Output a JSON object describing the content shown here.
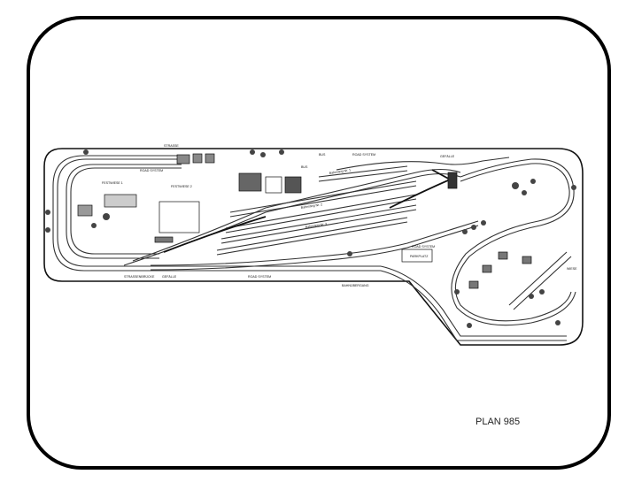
{
  "plan_title": "PLAN 985",
  "labels": {
    "strasse": "STRASSE",
    "road_system_1": "ROAD SYSTEM",
    "road_system_2": "ROAD SYSTEM",
    "road_system_3": "ROAD SYSTEM",
    "road_system_4": "ROAD SYSTEM",
    "festwiese_1": "FESTWIESE 1",
    "festwiese_2": "FESTWIESE 2",
    "strassenbruecke": "STRASSENBRÜCKE",
    "gefaelle_1": "GEFÄLLE",
    "gefaelle_2": "GEFÄLLE",
    "bahnuebergang": "BAHNÜBERGANG",
    "bus_1": "BUS",
    "bus_2": "BUS",
    "wiese": "WIESE",
    "parkplatz": "PARKPLATZ",
    "bahnsteig_1": "Bahnsteig Nr. 1",
    "bahnsteig_2": "Bahnsteig Nr. 2",
    "bahnsteig_3": "Bahnsteig Nr. 3"
  }
}
